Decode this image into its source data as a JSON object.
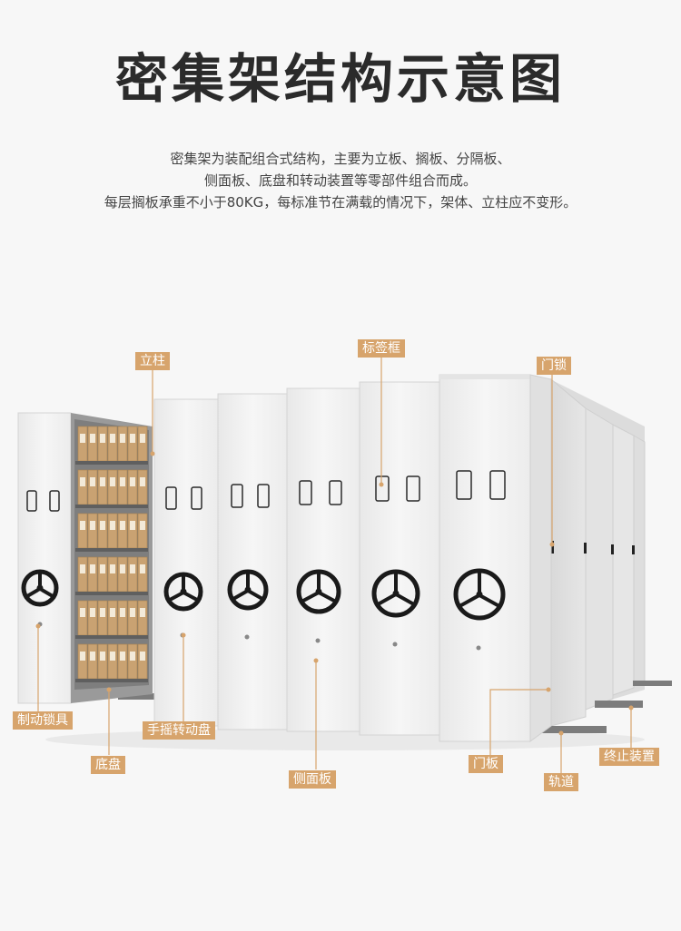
{
  "title": "密集架结构示意图",
  "description": [
    "密集架为装配组合式结构，主要为立板、搁板、分隔板、",
    "侧面板、底盘和转动装置等零部件组合而成。",
    "每层搁板承重不小于80KG，每标准节在满载的情况下，架体、立柱应不变形。"
  ],
  "labels": {
    "column": "立柱",
    "label_frame": "标签框",
    "door_lock": "门锁",
    "brake_lock": "制动锁具",
    "hand_wheel": "手摇转动盘",
    "base": "底盘",
    "side_panel": "侧面板",
    "door_panel": "门板",
    "track": "轨道",
    "stop_device": "终止装置"
  },
  "colors": {
    "accent": "#d7a46c",
    "cabinet": "#f1f1f1",
    "wheel": "#1a1a1a",
    "box": "#c9a272"
  }
}
